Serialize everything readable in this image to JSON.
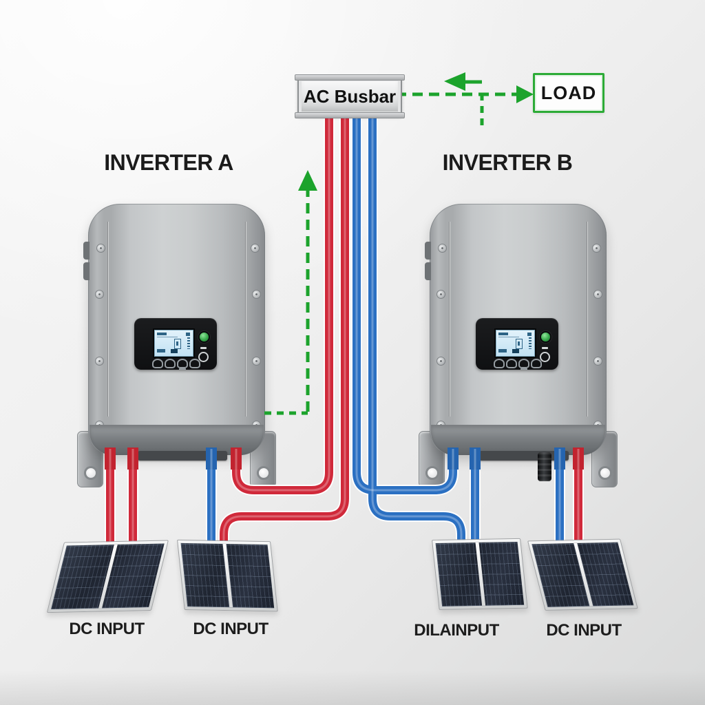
{
  "busbar": {
    "label": "AC Busbar"
  },
  "load": {
    "label": "LOAD"
  },
  "inverters": [
    {
      "label": "INVERTER A"
    },
    {
      "label": "INVERTER B"
    }
  ],
  "panels": [
    {
      "label": "DC INPUT"
    },
    {
      "label": "DC INPUT"
    },
    {
      "label": "DILAINPUT"
    },
    {
      "label": "DC INPUT"
    }
  ],
  "colors": {
    "flow_green": "#1ca32c",
    "cable_red": "#d0293a",
    "cable_blue": "#2b70c2",
    "load_border_green": "#2cab36"
  }
}
